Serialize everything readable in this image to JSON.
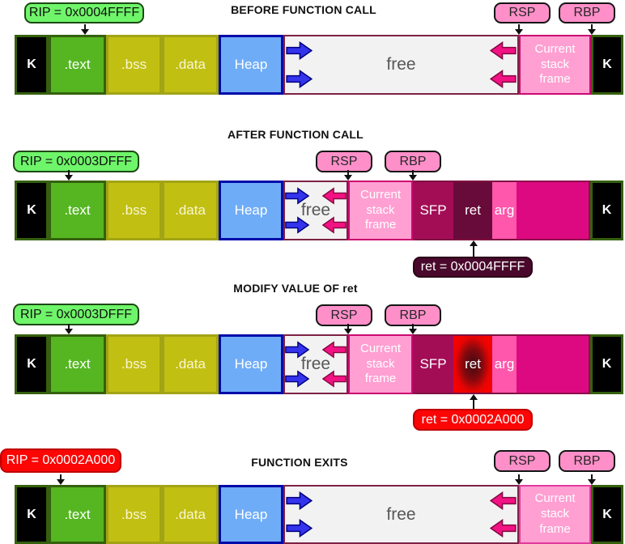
{
  "colors": {
    "rip_ok_green": "#6FF56A",
    "alert_red": "#FB0505",
    "register_pink": "#FF8FC9",
    "ret_note_maroon": "#4A092C",
    "heap_blue": "#6FACF7",
    "code_green": "#55B622",
    "data_yellow": "#C2BF13",
    "stack_pink": "#FF9FD2",
    "frame_magenta": "#DD0981",
    "highlight_red": "#F50202"
  },
  "sections": [
    {
      "title": "BEFORE FUNCTION CALL",
      "rip_label": "RIP = 0x0004FFFF",
      "rsp_label": "RSP",
      "rbp_label": "RBP",
      "segments": [
        {
          "label": "K"
        },
        {
          "label": ".text"
        },
        {
          "label": ".bss"
        },
        {
          "label": ".data"
        },
        {
          "label": "Heap"
        },
        {
          "label": "free"
        },
        {
          "label": "Current stack frame"
        },
        {
          "label": "K"
        }
      ]
    },
    {
      "title": "AFTER FUNCTION CALL",
      "rip_label": "RIP = 0x0003DFFF",
      "rsp_label": "RSP",
      "rbp_label": "RBP",
      "ret_note": "ret = 0x0004FFFF",
      "segments": [
        {
          "label": "K"
        },
        {
          "label": ".text"
        },
        {
          "label": ".bss"
        },
        {
          "label": ".data"
        },
        {
          "label": "Heap"
        },
        {
          "label": "free"
        },
        {
          "label": "Current stack frame"
        },
        {
          "label": "SFP"
        },
        {
          "label": "ret"
        },
        {
          "label": "arg"
        },
        {
          "label": ""
        },
        {
          "label": "K"
        }
      ]
    },
    {
      "title": "MODIFY VALUE OF ret",
      "rip_label": "RIP = 0x0003DFFF",
      "rsp_label": "RSP",
      "rbp_label": "RBP",
      "ret_note": "ret = 0x0002A000",
      "segments": [
        {
          "label": "K"
        },
        {
          "label": ".text"
        },
        {
          "label": ".bss"
        },
        {
          "label": ".data"
        },
        {
          "label": "Heap"
        },
        {
          "label": "free"
        },
        {
          "label": "Current stack frame"
        },
        {
          "label": "SFP"
        },
        {
          "label": "ret"
        },
        {
          "label": "arg"
        },
        {
          "label": ""
        },
        {
          "label": "K"
        }
      ]
    },
    {
      "title": "FUNCTION EXITS",
      "rip_label": "RIP = 0x0002A000",
      "rsp_label": "RSP",
      "rbp_label": "RBP",
      "segments": [
        {
          "label": "K"
        },
        {
          "label": ".text"
        },
        {
          "label": ".bss"
        },
        {
          "label": ".data"
        },
        {
          "label": "Heap"
        },
        {
          "label": "free"
        },
        {
          "label": "Current stack frame"
        },
        {
          "label": "K"
        }
      ]
    }
  ]
}
